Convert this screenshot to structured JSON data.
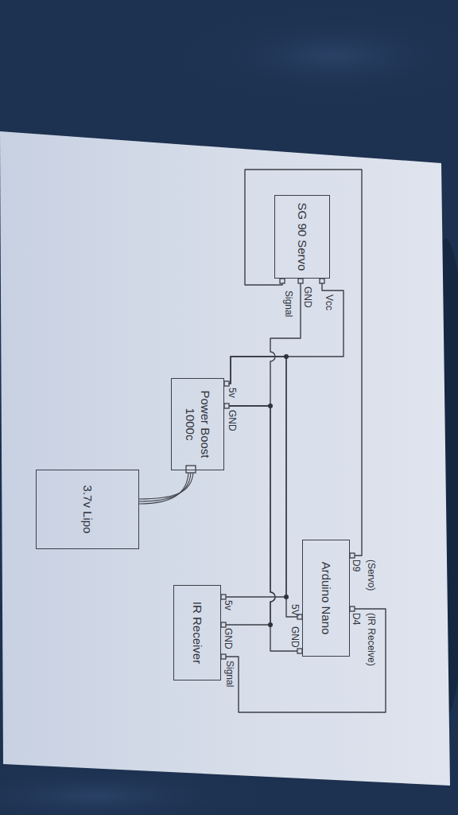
{
  "diagram": {
    "nodes": [
      {
        "text": [
          "SG 90 Servo"
        ]
      },
      {
        "text": [
          "Power Boost 1000c"
        ]
      },
      {
        "text": [
          "3.7v Lipo"
        ]
      },
      {
        "text": [
          "Arduino Nano"
        ]
      },
      {
        "text": [
          "IR Receiver"
        ]
      }
    ],
    "edges": [
      {
        "from": 0,
        "to": 3,
        "arrow": "none"
      },
      {
        "from": 1,
        "to": 0,
        "arrow": "none"
      },
      {
        "from": 1,
        "to": 3,
        "arrow": "none"
      },
      {
        "from": 1,
        "to": 4,
        "arrow": "none"
      },
      {
        "from": 1,
        "to": 0,
        "arrow": "none"
      },
      {
        "from": 1,
        "to": 3,
        "arrow": "none"
      },
      {
        "from": 1,
        "to": 4,
        "arrow": "none"
      },
      {
        "from": 2,
        "to": 1,
        "arrow": "none"
      },
      {
        "from": 4,
        "to": 3,
        "arrow": "none"
      }
    ],
    "labels": [
      "Vcc",
      "GND",
      "Signal",
      "5v",
      "GND",
      "(Servo)",
      "D9",
      "(IR Receive)",
      "D4",
      "5V",
      "GND",
      "5v",
      "GND",
      "Signal"
    ]
  }
}
